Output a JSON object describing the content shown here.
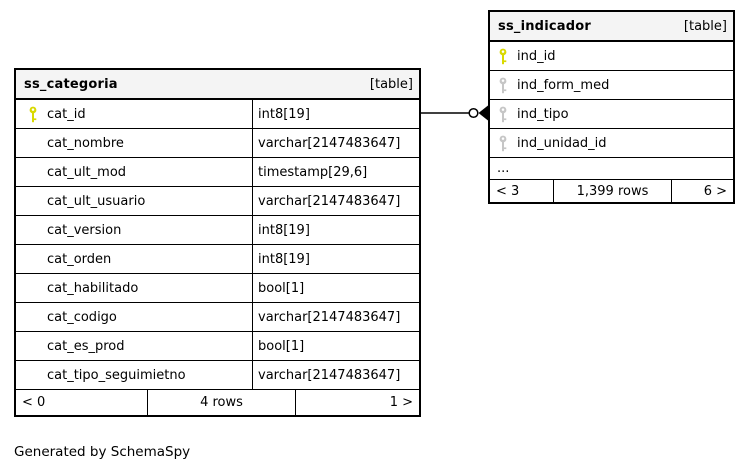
{
  "diagram": {
    "generated_by": "Generated by SchemaSpy"
  },
  "colors": {
    "header_bg": "#f4f4f4",
    "border": "#000000",
    "primary_key": "#d9d900",
    "foreign_key": "#c6c6c6",
    "line": "#000000",
    "background": "#ffffff"
  },
  "tables": {
    "ss_categoria": {
      "title": "ss_categoria",
      "badge": "[table]",
      "columns": [
        {
          "name": "cat_id",
          "type": "int8[19]",
          "key": "primary"
        },
        {
          "name": "cat_nombre",
          "type": "varchar[2147483647]",
          "key": "none"
        },
        {
          "name": "cat_ult_mod",
          "type": "timestamp[29,6]",
          "key": "none"
        },
        {
          "name": "cat_ult_usuario",
          "type": "varchar[2147483647]",
          "key": "none"
        },
        {
          "name": "cat_version",
          "type": "int8[19]",
          "key": "none"
        },
        {
          "name": "cat_orden",
          "type": "int8[19]",
          "key": "none"
        },
        {
          "name": "cat_habilitado",
          "type": "bool[1]",
          "key": "none"
        },
        {
          "name": "cat_codigo",
          "type": "varchar[2147483647]",
          "key": "none"
        },
        {
          "name": "cat_es_prod",
          "type": "bool[1]",
          "key": "none"
        },
        {
          "name": "cat_tipo_seguimietno",
          "type": "varchar[2147483647]",
          "key": "none"
        }
      ],
      "footer": {
        "prev": "< 0",
        "rows": "4 rows",
        "next": "1 >"
      }
    },
    "ss_indicador": {
      "title": "ss_indicador",
      "badge": "[table]",
      "columns": [
        {
          "name": "ind_id",
          "key": "primary"
        },
        {
          "name": "ind_form_med",
          "key": "foreign"
        },
        {
          "name": "ind_tipo",
          "key": "foreign"
        },
        {
          "name": "ind_unidad_id",
          "key": "foreign"
        },
        {
          "name": "...",
          "key": "none"
        }
      ],
      "footer": {
        "prev": "< 3",
        "rows": "1,399 rows",
        "next": "6 >"
      }
    }
  },
  "relationship": {
    "from_table": "ss_categoria",
    "from_column": "cat_id",
    "to_table": "ss_indicador",
    "notation": "zero-or-many"
  }
}
